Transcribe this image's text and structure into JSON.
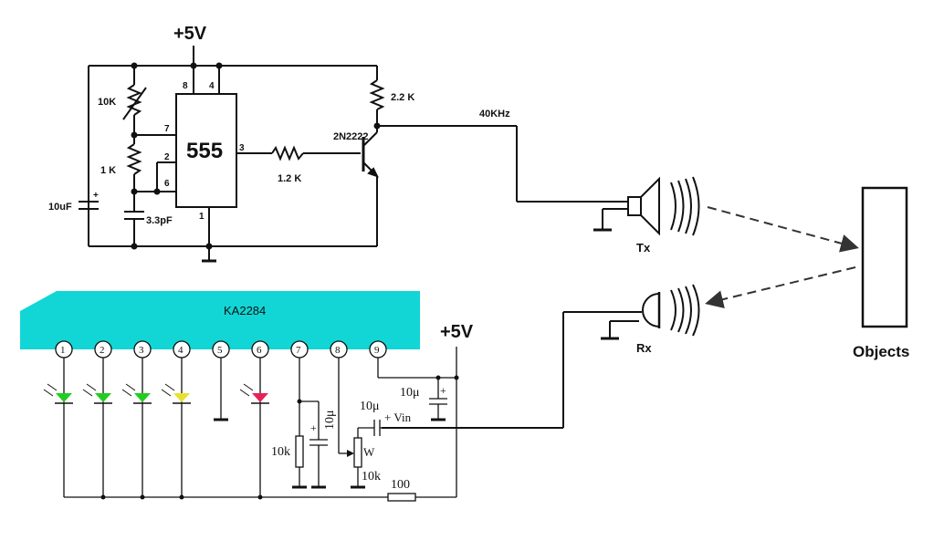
{
  "top_circuit": {
    "supply": "+5V",
    "ic": "555",
    "pins": {
      "p8": "8",
      "p4": "4",
      "p7": "7",
      "p2": "2",
      "p6": "6",
      "p3": "3",
      "p1": "1"
    },
    "r_var": "10K",
    "r1": "1 K",
    "c_big": "10uF",
    "c_small": "3.3pF",
    "r_base": "1.2 K",
    "r_coll": "2.2 K",
    "transistor": "2N2222",
    "plus": "+"
  },
  "signal": {
    "freq": "40KHz",
    "tx": "Tx",
    "rx": "Rx",
    "objects": "Objects"
  },
  "bottom_circuit": {
    "ic": "KA2284",
    "supply": "+5V",
    "pins": [
      "1",
      "2",
      "3",
      "4",
      "5",
      "6",
      "7",
      "8",
      "9"
    ],
    "c_top": "10μ",
    "c_mid": "10μ",
    "c_in": "10μ",
    "vin": "+ Vin",
    "r_left": "10k",
    "pot_w": "W",
    "pot_r": "10k",
    "r_100": "100",
    "plus": "+"
  },
  "colors": {
    "ic_body": "#12d6d6",
    "led_green": "#22cc22",
    "led_yellow": "#e8e030",
    "led_red": "#e8205a",
    "wire": "#111111"
  }
}
